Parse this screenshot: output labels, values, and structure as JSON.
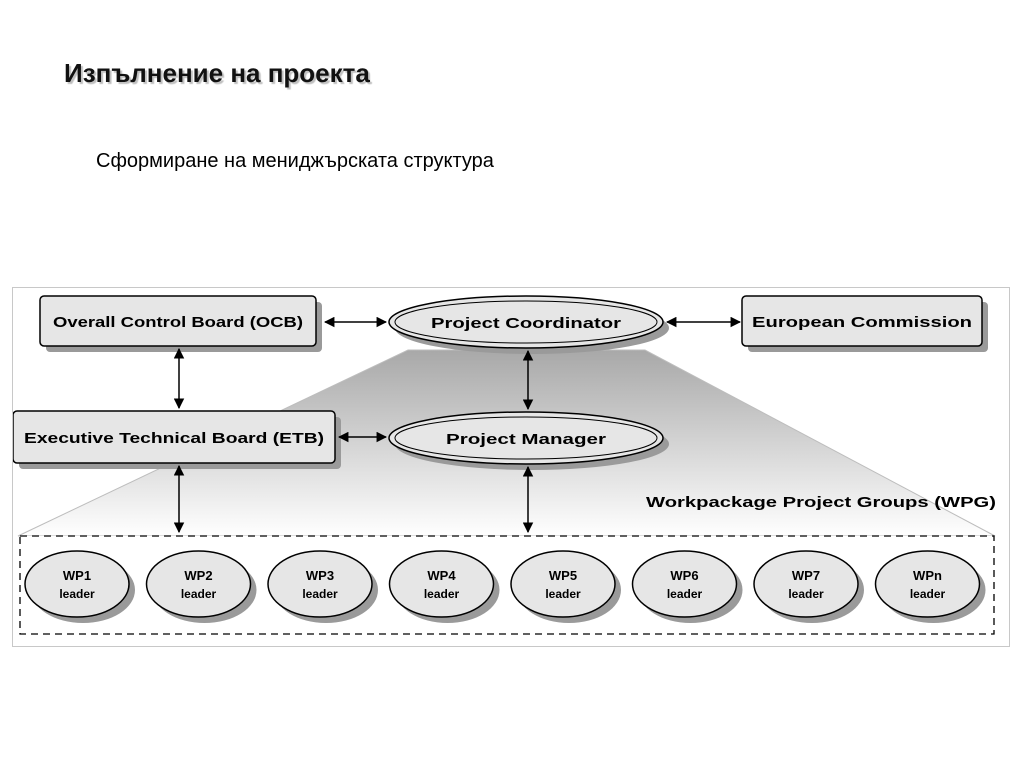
{
  "slide": {
    "title": "Изпълнение на проекта",
    "subtitle": "Сформиране на мениджърската структура"
  },
  "diagram": {
    "nodes": {
      "ocb": "Overall Control Board (OCB)",
      "coordinator": "Project Coordinator",
      "commission": "European Commission",
      "etb": "Executive Technical Board (ETB)",
      "manager": "Project Manager",
      "wp_label": "Workpackage Project Groups (WPG)"
    },
    "workpackages": [
      {
        "id": "WP1",
        "sub": "leader"
      },
      {
        "id": "WP2",
        "sub": "leader"
      },
      {
        "id": "WP3",
        "sub": "leader"
      },
      {
        "id": "WP4",
        "sub": "leader"
      },
      {
        "id": "WP5",
        "sub": "leader"
      },
      {
        "id": "WP6",
        "sub": "leader"
      },
      {
        "id": "WP7",
        "sub": "leader"
      },
      {
        "id": "WPn",
        "sub": "leader"
      }
    ],
    "colors": {
      "box_fill": "#e6e6e6",
      "shadow": "#9a9a9a",
      "stroke": "#000000"
    }
  }
}
